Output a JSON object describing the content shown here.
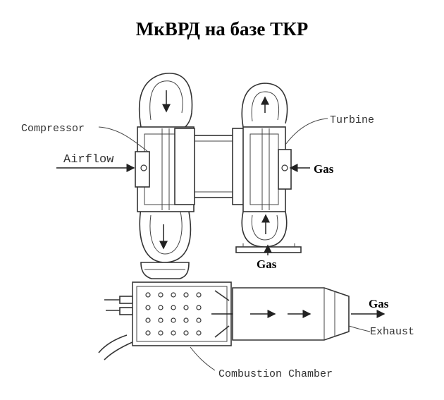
{
  "title": "МкВРД на базе ТКР",
  "labels": {
    "compressor": "Compressor",
    "turbine": "Turbine",
    "airflow": "Airflow",
    "gas_turbine_in": "Gas",
    "gas_bottom": "Gas",
    "gas_exhaust": "Gas",
    "exhaust": "Exhaust",
    "combustion_chamber": "Combustion Chamber"
  }
}
